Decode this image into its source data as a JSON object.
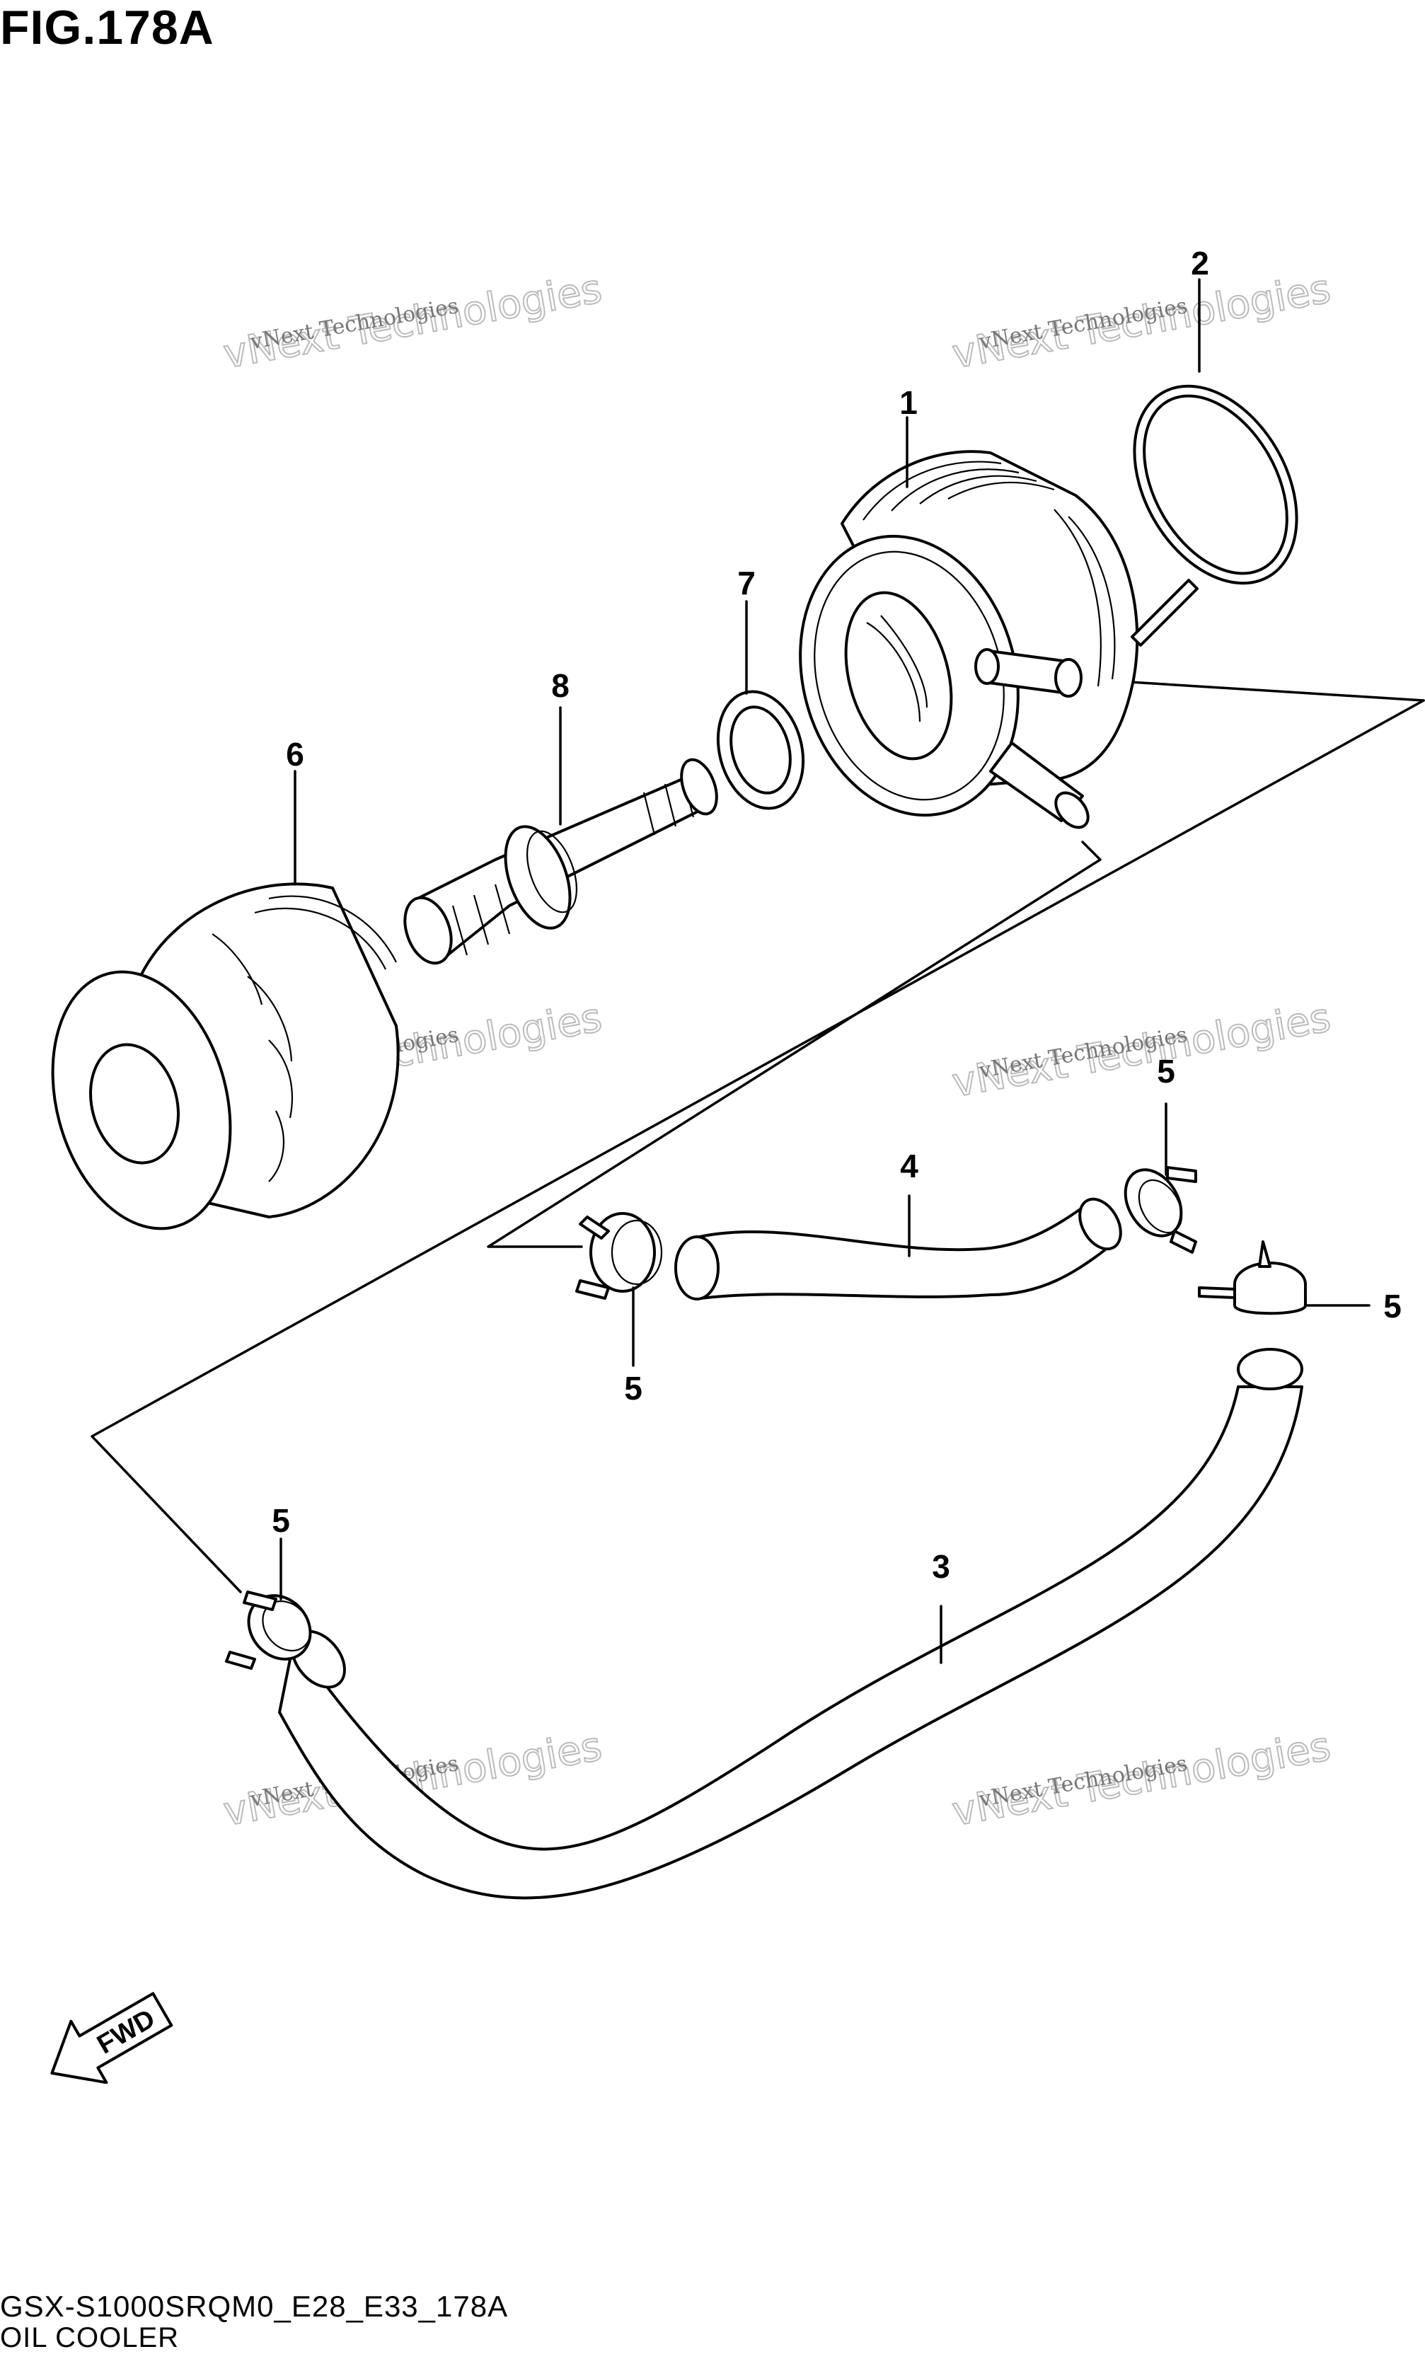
{
  "figure": {
    "title": "FIG.178A",
    "model_code": "GSX-S1000SRQM0_E28_E33_178A",
    "assembly_name": "OIL COOLER"
  },
  "callouts": [
    {
      "id": "c1",
      "label": "1"
    },
    {
      "id": "c2",
      "label": "2"
    },
    {
      "id": "c3",
      "label": "3"
    },
    {
      "id": "c4",
      "label": "4"
    },
    {
      "id": "c5a",
      "label": "5"
    },
    {
      "id": "c5b",
      "label": "5"
    },
    {
      "id": "c5c",
      "label": "5"
    },
    {
      "id": "c5d",
      "label": "5"
    },
    {
      "id": "c6",
      "label": "6"
    },
    {
      "id": "c7",
      "label": "7"
    },
    {
      "id": "c8",
      "label": "8"
    }
  ],
  "direction_marker": {
    "label": "FWD",
    "icon": "arrow-icon"
  },
  "watermark": {
    "line1": "vNext Technologies",
    "line2": "vNext Technologies"
  }
}
